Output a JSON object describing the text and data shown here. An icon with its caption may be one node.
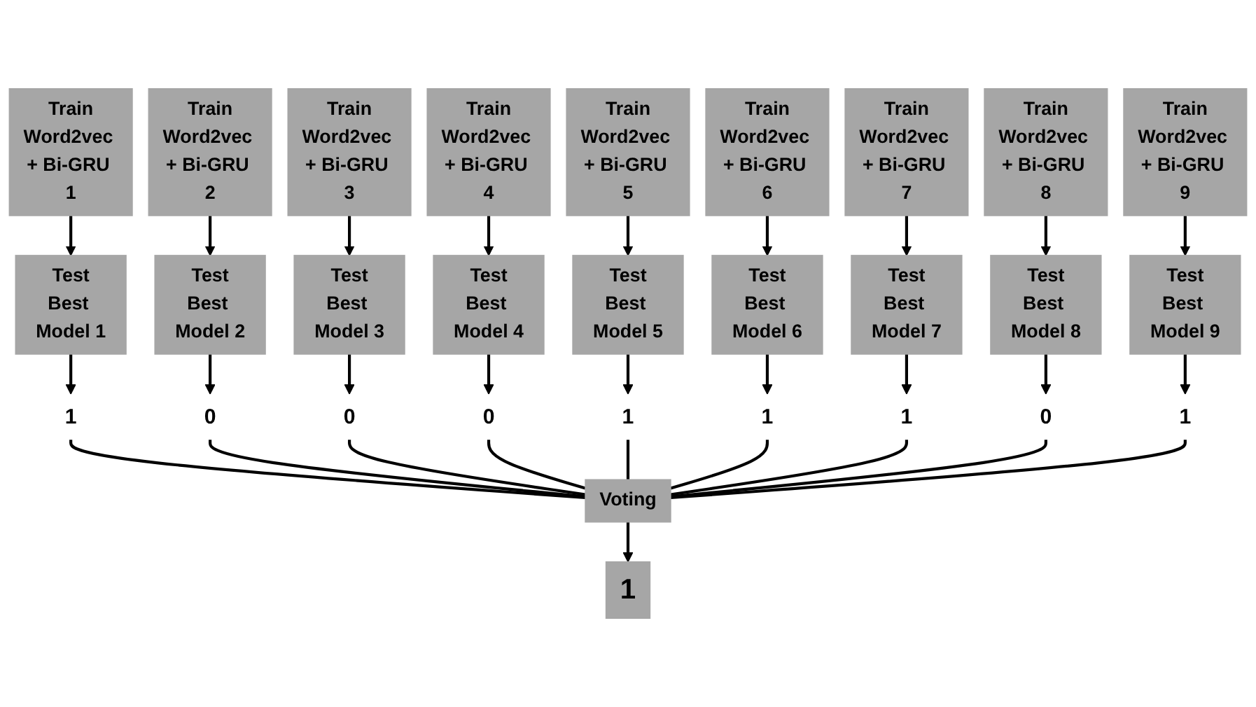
{
  "diagram": {
    "nodes": [
      {
        "text": [
          "Train",
          "Word2vec + Bi-GRU 1"
        ]
      },
      {
        "text": [
          "Train",
          "Word2vec + Bi-GRU 2"
        ]
      },
      {
        "text": [
          "Train",
          "Word2vec + Bi-GRU 3"
        ]
      },
      {
        "text": [
          "Train",
          "Word2vec + Bi-GRU 4"
        ]
      },
      {
        "text": [
          "Train",
          "Word2vec + Bi-GRU 5"
        ]
      },
      {
        "text": [
          "Train",
          "Word2vec + Bi-GRU 6"
        ]
      },
      {
        "text": [
          "Train",
          "Word2vec + Bi-GRU 7"
        ]
      },
      {
        "text": [
          "Train",
          "Word2vec + Bi-GRU 8"
        ]
      },
      {
        "text": [
          "Train",
          "Word2vec + Bi-GRU 9"
        ]
      },
      {
        "text": [
          "Test",
          "Best Model 1"
        ]
      },
      {
        "text": [
          "Test",
          "Best Model 2"
        ]
      },
      {
        "text": [
          "Test",
          "Best Model 3"
        ]
      },
      {
        "text": [
          "Test",
          "Best Model 4"
        ]
      },
      {
        "text": [
          "Test",
          "Best Model 5"
        ]
      },
      {
        "text": [
          "Test",
          "Best Model 6"
        ]
      },
      {
        "text": [
          "Test",
          "Best Model 7"
        ]
      },
      {
        "text": [
          "Test",
          "Best Model 8"
        ]
      },
      {
        "text": [
          "Test",
          "Best Model 9"
        ]
      },
      {
        "text": [
          "1"
        ]
      },
      {
        "text": [
          "0"
        ]
      },
      {
        "text": [
          "0"
        ]
      },
      {
        "text": [
          "0"
        ]
      },
      {
        "text": [
          "1"
        ]
      },
      {
        "text": [
          "1"
        ]
      },
      {
        "text": [
          "1"
        ]
      },
      {
        "text": [
          "0"
        ]
      },
      {
        "text": [
          "1"
        ]
      },
      {
        "text": [
          "Voting"
        ]
      },
      {
        "text": [
          "1"
        ]
      }
    ],
    "edges": [
      {
        "from": 0,
        "to": 9,
        "arrow": "to"
      },
      {
        "from": 1,
        "to": 10,
        "arrow": "to"
      },
      {
        "from": 2,
        "to": 11,
        "arrow": "to"
      },
      {
        "from": 3,
        "to": 12,
        "arrow": "to"
      },
      {
        "from": 4,
        "to": 13,
        "arrow": "to"
      },
      {
        "from": 5,
        "to": 14,
        "arrow": "to"
      },
      {
        "from": 6,
        "to": 15,
        "arrow": "to"
      },
      {
        "from": 7,
        "to": 16,
        "arrow": "to"
      },
      {
        "from": 8,
        "to": 17,
        "arrow": "to"
      },
      {
        "from": 9,
        "to": 18,
        "arrow": "to"
      },
      {
        "from": 10,
        "to": 19,
        "arrow": "to"
      },
      {
        "from": 11,
        "to": 20,
        "arrow": "to"
      },
      {
        "from": 12,
        "to": 21,
        "arrow": "to"
      },
      {
        "from": 13,
        "to": 22,
        "arrow": "to"
      },
      {
        "from": 14,
        "to": 23,
        "arrow": "to"
      },
      {
        "from": 15,
        "to": 24,
        "arrow": "to"
      },
      {
        "from": 16,
        "to": 25,
        "arrow": "to"
      },
      {
        "from": 17,
        "to": 26,
        "arrow": "to"
      },
      {
        "from": 18,
        "to": 27,
        "arrow": "none"
      },
      {
        "from": 19,
        "to": 27,
        "arrow": "none"
      },
      {
        "from": 20,
        "to": 27,
        "arrow": "none"
      },
      {
        "from": 21,
        "to": 27,
        "arrow": "none"
      },
      {
        "from": 22,
        "to": 27,
        "arrow": "none"
      },
      {
        "from": 23,
        "to": 27,
        "arrow": "none"
      },
      {
        "from": 24,
        "to": 27,
        "arrow": "none"
      },
      {
        "from": 25,
        "to": 27,
        "arrow": "none"
      },
      {
        "from": 26,
        "to": 27,
        "arrow": "none"
      },
      {
        "from": 27,
        "to": 28,
        "arrow": "to"
      }
    ]
  }
}
